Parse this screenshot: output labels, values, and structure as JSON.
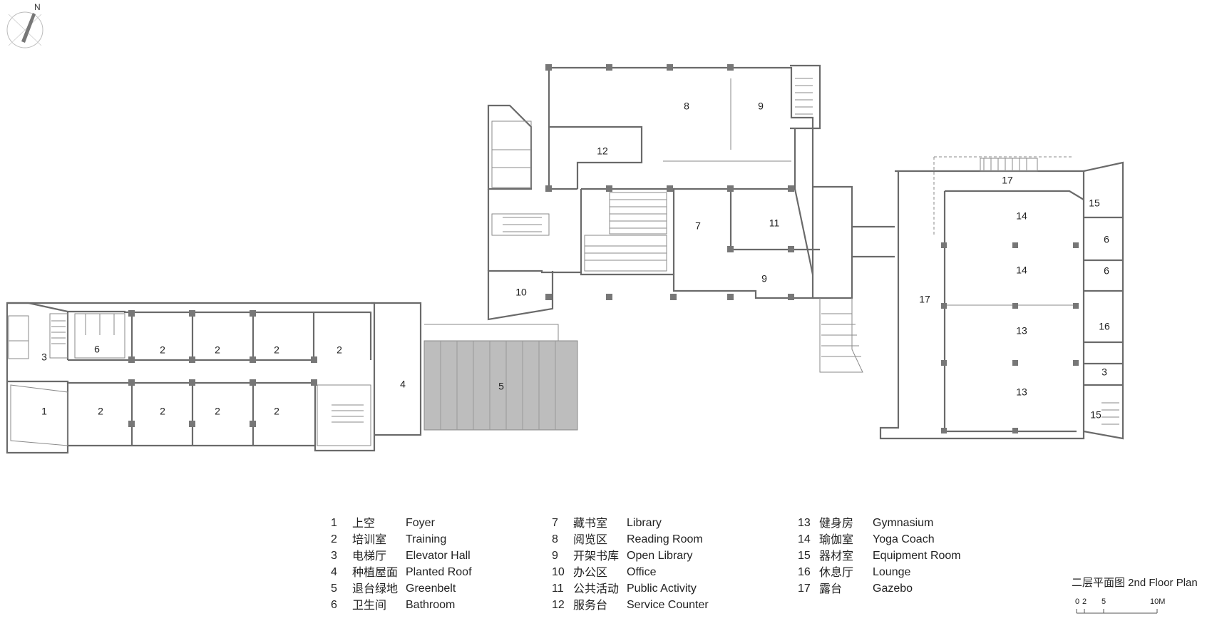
{
  "north_label": "N",
  "title": "二层平面图  2nd  Floor Plan",
  "scale_labels": [
    "0",
    "2",
    "5",
    "10M"
  ],
  "rooms": [
    "1",
    "2",
    "3",
    "4",
    "5",
    "6",
    "7",
    "8",
    "9",
    "10",
    "11",
    "12",
    "13",
    "14",
    "15",
    "16",
    "17"
  ],
  "legend": [
    {
      "num": "1",
      "zh": "上空",
      "en": "Foyer"
    },
    {
      "num": "2",
      "zh": "培训室",
      "en": "Training"
    },
    {
      "num": "3",
      "zh": "电梯厅",
      "en": "Elevator Hall"
    },
    {
      "num": "4",
      "zh": "种植屋面",
      "en": "Planted Roof"
    },
    {
      "num": "5",
      "zh": "退台绿地",
      "en": "Greenbelt"
    },
    {
      "num": "6",
      "zh": "卫生间",
      "en": "Bathroom"
    },
    {
      "num": "7",
      "zh": "藏书室",
      "en": "Library"
    },
    {
      "num": "8",
      "zh": "阅览区",
      "en": "Reading Room"
    },
    {
      "num": "9",
      "zh": "开架书库",
      "en": "Open Library"
    },
    {
      "num": "10",
      "zh": "办公区",
      "en": "Office"
    },
    {
      "num": "11",
      "zh": "公共活动",
      "en": "Public Activity"
    },
    {
      "num": "12",
      "zh": "服务台",
      "en": "Service Counter"
    },
    {
      "num": "13",
      "zh": "健身房",
      "en": "Gymnasium"
    },
    {
      "num": "14",
      "zh": "瑜伽室",
      "en": "Yoga Coach"
    },
    {
      "num": "15",
      "zh": "器材室",
      "en": "Equipment Room"
    },
    {
      "num": "16",
      "zh": "休息厅",
      "en": "Lounge"
    },
    {
      "num": "17",
      "zh": "露台",
      "en": "Gazebo"
    }
  ]
}
